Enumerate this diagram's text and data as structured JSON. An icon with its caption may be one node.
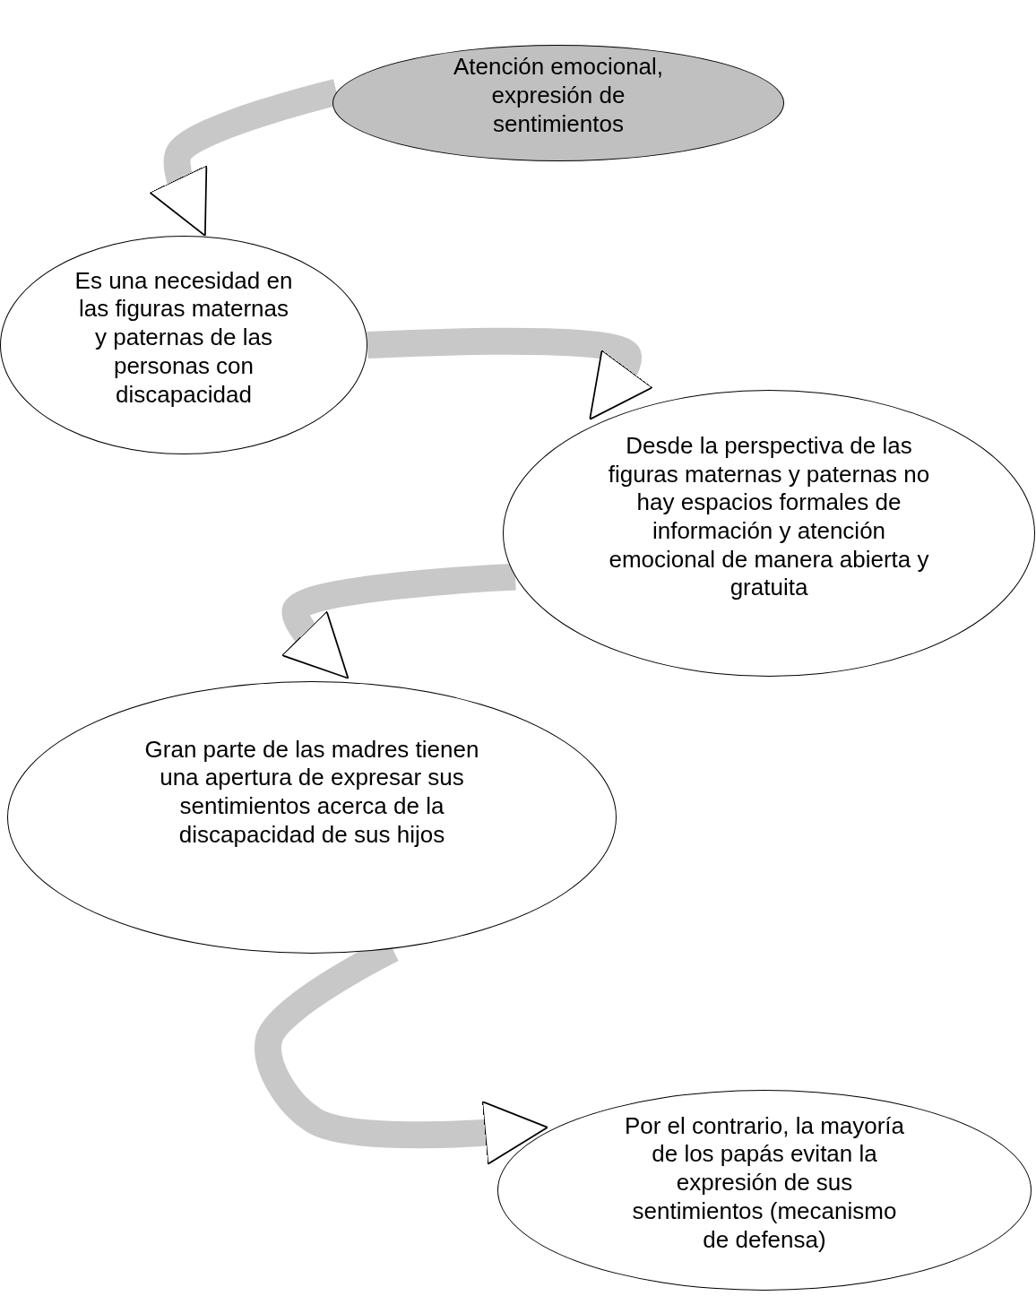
{
  "diagram": {
    "nodes": [
      {
        "text": [
          "Atención emocional, expresión de sentimientos"
        ]
      },
      {
        "text": [
          "Es una necesidad en las figuras maternas y paternas de las personas con discapacidad"
        ]
      },
      {
        "text": [
          "Desde la perspectiva de las figuras maternas y paternas no hay espacios formales de información y atención emocional de manera abierta y gratuita"
        ]
      },
      {
        "text": [
          "Gran parte de las madres tienen una apertura de expresar sus sentimientos acerca de la discapacidad de sus hijos"
        ]
      },
      {
        "text": [
          "Por el contrario, la mayoría de los papás evitan la expresión de sus sentimientos (mecanismo de defensa)"
        ]
      }
    ],
    "edges": [
      {
        "from": 0,
        "to": 1,
        "arrow": "to"
      },
      {
        "from": 1,
        "to": 2,
        "arrow": "to"
      },
      {
        "from": 2,
        "to": 3,
        "arrow": "to"
      },
      {
        "from": 3,
        "to": 4,
        "arrow": "to"
      }
    ]
  }
}
